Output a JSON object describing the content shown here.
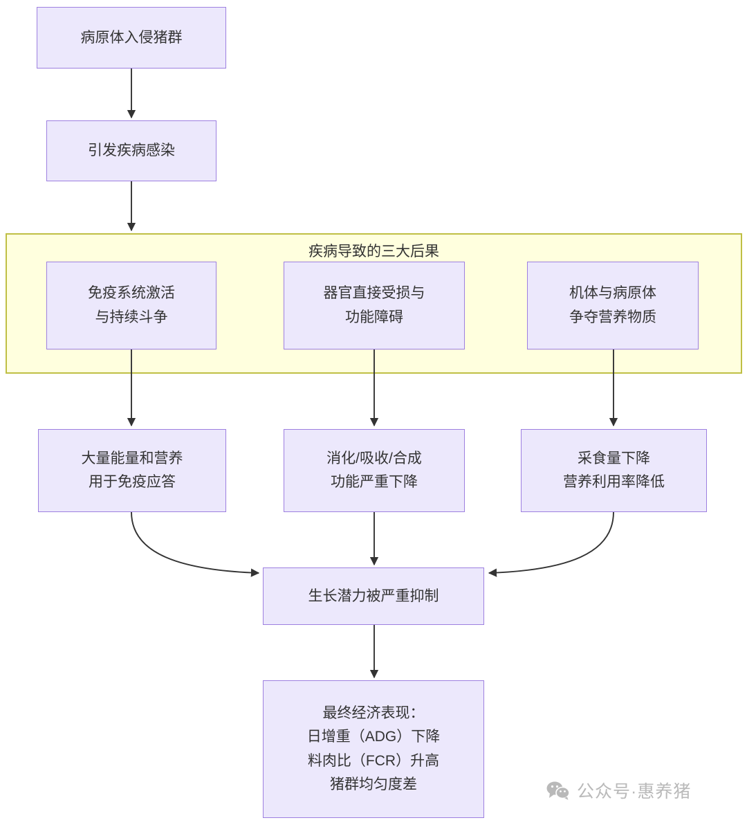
{
  "diagram": {
    "title_group": "疾病导致的三大后果",
    "colors": {
      "node_fill": "#ece8fc",
      "node_border": "#9d7fe0",
      "group_fill": "#ffffde",
      "group_border": "#bfbf44",
      "edge": "#333333",
      "text": "#333333",
      "watermark": "#b9b9b9"
    },
    "nodes": [
      {
        "id": "pathogen",
        "label": "病原体入侵猪群"
      },
      {
        "id": "infection",
        "label": "引发疾病感染"
      },
      {
        "id": "immune",
        "label": "免疫系统激活\n与持续斗争"
      },
      {
        "id": "organ",
        "label": "器官直接受损与\n功能障碍"
      },
      {
        "id": "nutrient",
        "label": "机体与病原体\n争夺营养物质"
      },
      {
        "id": "energy",
        "label": "大量能量和营养\n用于免疫应答"
      },
      {
        "id": "digest",
        "label": "消化/吸收/合成\n功能严重下降"
      },
      {
        "id": "intake",
        "label": "采食量下降\n营养利用率降低"
      },
      {
        "id": "growth",
        "label": "生长潜力被严重抑制"
      },
      {
        "id": "economic",
        "label": "最终经济表现：\n日增重（ADG）下降\n料肉比（FCR）升高\n猪群均匀度差"
      }
    ]
  },
  "watermark": {
    "text": "公众号·惠养猪",
    "icon": "wechat-icon"
  }
}
